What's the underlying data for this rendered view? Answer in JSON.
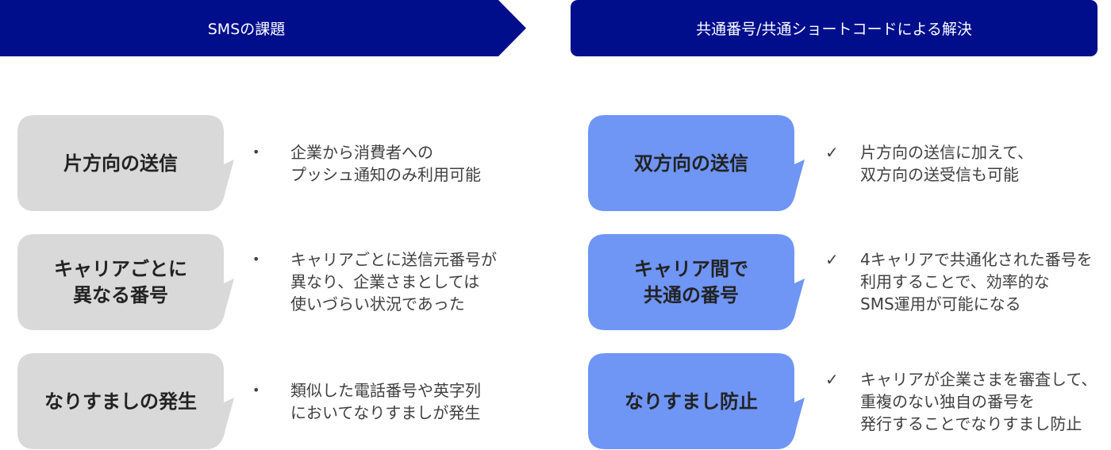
{
  "headers": {
    "left": "SMSの課題",
    "right": "共通番号/共通ショートコードによる解決"
  },
  "colors": {
    "header_bg": "#000e8c",
    "problem_box": "#d9d9d9",
    "solution_box": "#6f95f5",
    "text_dark": "#222222",
    "text_body": "#404040"
  },
  "problems": [
    {
      "label": "片方向の送信",
      "marker": "•",
      "description": "企業から消費者への\nプッシュ通知のみ利用可能"
    },
    {
      "label": "キャリアごとに\n異なる番号",
      "marker": "•",
      "description": "キャリアごとに送信元番号が\n異なり、企業さまとしては\n使いづらい状況であった"
    },
    {
      "label": "なりすましの発生",
      "marker": "•",
      "description": "類似した電話番号や英字列\nにおいてなりすましが発生"
    }
  ],
  "solutions": [
    {
      "label": "双方向の送信",
      "marker": "✓",
      "description": "片方向の送信に加えて、\n双方向の送受信も可能"
    },
    {
      "label": "キャリア間で\n共通の番号",
      "marker": "✓",
      "description": "4キャリアで共通化された番号を\n利用することで、効率的な\nSMS運用が可能になる"
    },
    {
      "label": "なりすまし防止",
      "marker": "✓",
      "description": "キャリアが企業さまを審査して、\n重複のない独自の番号を\n発行することでなりすまし防止"
    }
  ]
}
